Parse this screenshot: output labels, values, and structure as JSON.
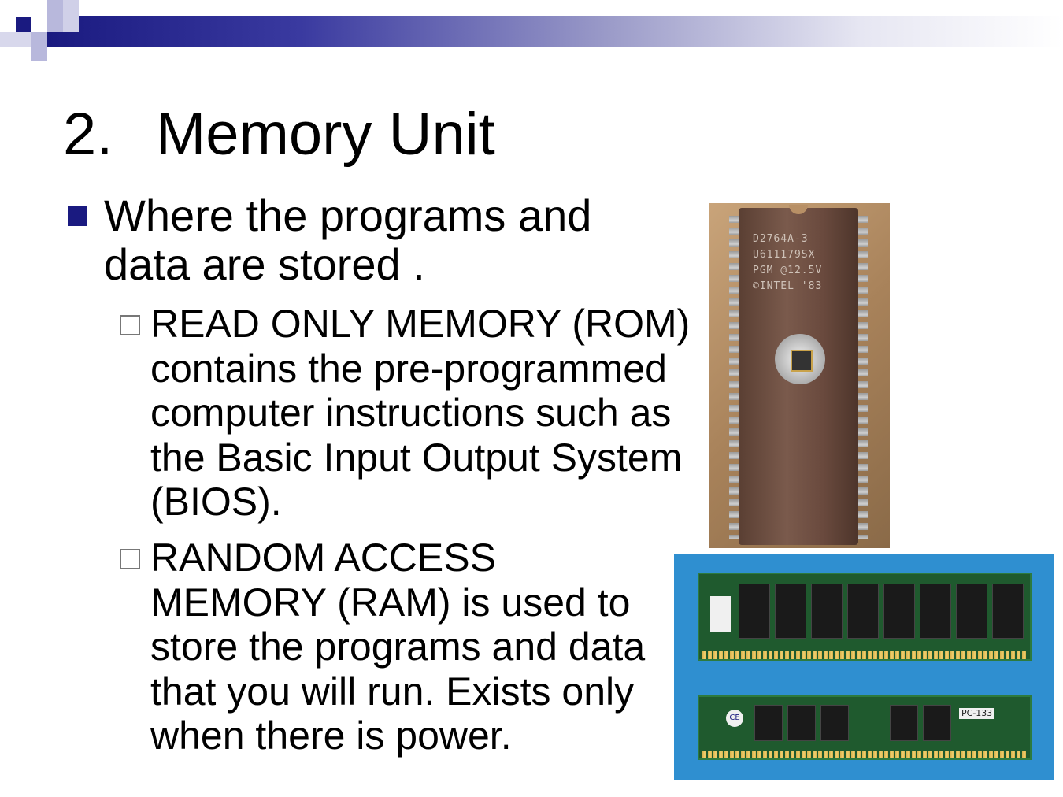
{
  "slide": {
    "title_number": "2.",
    "title_text": "Memory Unit",
    "bullet": "Where the programs and data are stored .",
    "sub_items": [
      {
        "text": "READ ONLY MEMORY (ROM) contains the pre-programmed computer instructions such as the Basic Input Output System (BIOS)."
      },
      {
        "text": "RANDOM ACCESS MEMORY (RAM) is used to store the programs and data that you will run.  Exists only when there is power."
      }
    ]
  },
  "images": {
    "rom_chip_print": [
      "D2764A-3",
      "U611179SX",
      "PGM @12.5V",
      "©INTEL '83"
    ],
    "ram_label": "PC-133",
    "ram_ce_mark": "CE"
  },
  "colors": {
    "accent": "#1a1a80",
    "ram_background": "#2f8fd0"
  }
}
